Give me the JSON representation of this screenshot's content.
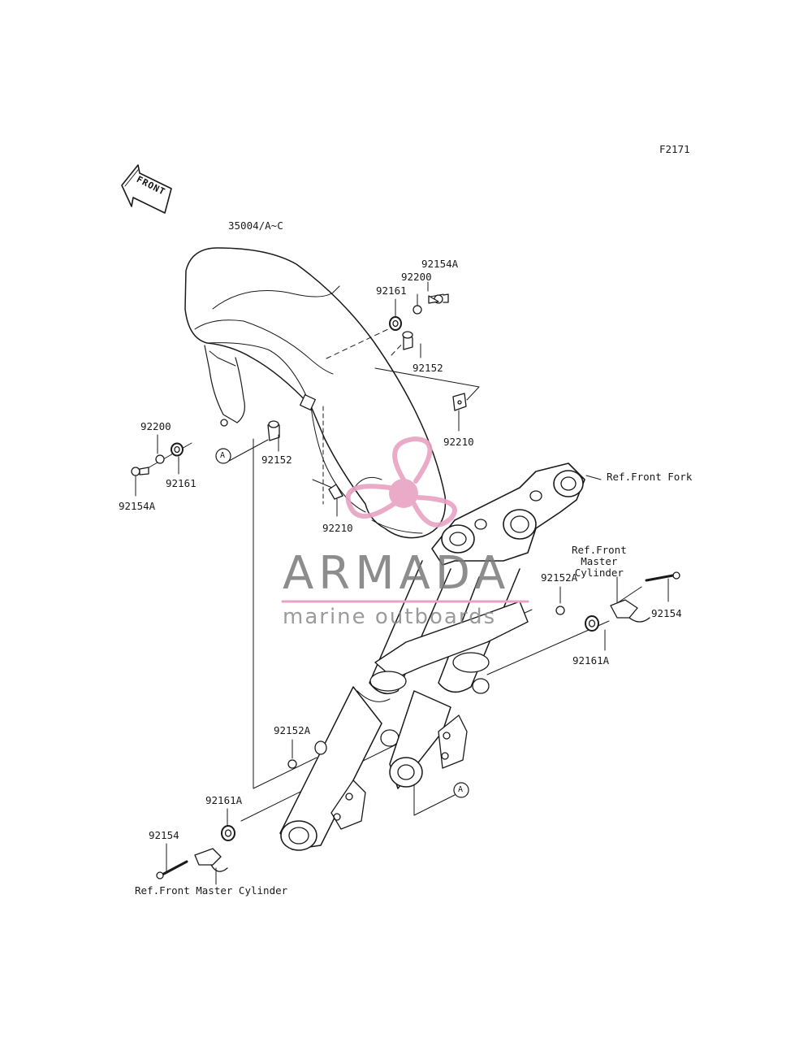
{
  "figure_code": "F2171",
  "direction_label": "FRONT",
  "watermark": {
    "brand": "ARMADA",
    "tagline": "marine outboards",
    "logo_colors": {
      "pink": "#e8a3c4",
      "gray": "#7a7a7a"
    }
  },
  "part_labels": {
    "fender": "35004/A~C",
    "bolt_92154a_top": "92154A",
    "washer_92200_top": "92200",
    "grommet_92161_top": "92161",
    "collar_92152_top": "92152",
    "nut_92210_right": "92210",
    "washer_92200_left": "92200",
    "grommet_92161_left": "92161",
    "bolt_92154a_left": "92154A",
    "collar_92152_left": "92152",
    "nut_92210_lower": "92210",
    "ref_front_fork": "Ref.Front Fork",
    "ref_master_cyl_right": "Ref.Front\nMaster\nCylinder",
    "collar_92152a_right": "92152A",
    "bolt_92154_right": "92154",
    "grommet_92161a_right": "92161A",
    "collar_92152a_left": "92152A",
    "grommet_92161a_left": "92161A",
    "bolt_92154_left": "92154",
    "ref_master_cyl_left": "Ref.Front Master Cylinder"
  },
  "callout_markers": {
    "a_left": "A",
    "a_right": "A"
  }
}
